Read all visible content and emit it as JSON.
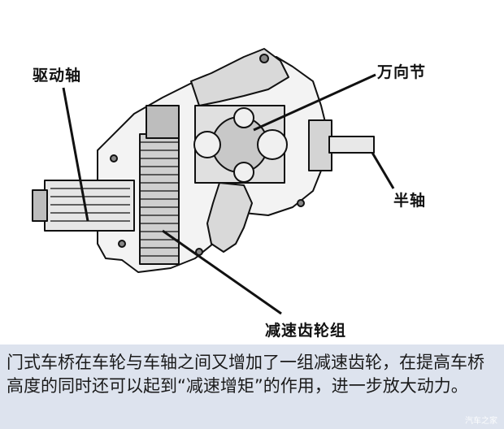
{
  "diagram": {
    "labels": {
      "drive_shaft": "驱动轴",
      "universal_joint": "万向节",
      "half_shaft": "半轴",
      "reduction_gear_set": "减速齿轮组"
    }
  },
  "caption": {
    "text": "门式车桥在车轮与车轴之间又增加了一组减速齿轮，在提高车桥高度的同时还可以起到“减速增矩”的作用，进一步放大动力。"
  },
  "watermark": {
    "text": "汽车之家"
  }
}
